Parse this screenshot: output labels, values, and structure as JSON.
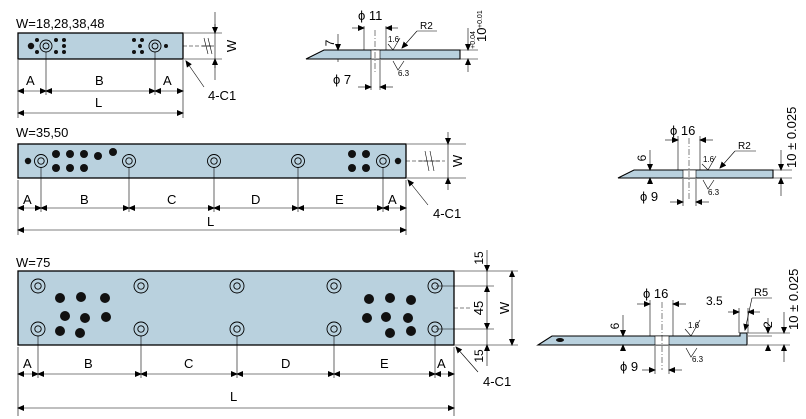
{
  "sections": [
    {
      "width_label": "W=18,28,38,48",
      "dims": {
        "A1": "A",
        "B": "B",
        "A2": "A",
        "L": "L",
        "W": "W",
        "chamfer": "4-C1"
      },
      "section_view": {
        "bore": "ϕ 11",
        "bore_depth": "7",
        "counterbore": "ϕ 7",
        "rough1": "1.6",
        "rough2": "6.3",
        "radius": "R2",
        "thickness": "10",
        "tol_upper": "+0.04",
        "tol_lower": "+0.01"
      }
    },
    {
      "width_label": "W=35,50",
      "dims": {
        "A1": "A",
        "B": "B",
        "C": "C",
        "D": "D",
        "E": "E",
        "A2": "A",
        "L": "L",
        "W": "W",
        "chamfer": "4-C1"
      },
      "section_view": {
        "bore": "ϕ 16",
        "bore_depth": "6",
        "counterbore": "ϕ 9",
        "rough1": "1.6",
        "rough2": "6.3",
        "radius": "R2",
        "thickness": "10 ± 0.025"
      }
    },
    {
      "width_label": "W=75",
      "dims": {
        "A1": "A",
        "B": "B",
        "C": "C",
        "D": "D",
        "E": "E",
        "A2": "A",
        "L": "L",
        "W": "W",
        "top_margin": "15",
        "middle": "45",
        "bottom_margin": "15",
        "chamfer": "4-C1"
      },
      "section_view": {
        "bore": "ϕ 16",
        "bore_depth": "6",
        "counterbore": "ϕ 9",
        "rough1": "1.6",
        "rough2": "6.3",
        "radius": "R5",
        "step": "3.5",
        "step_h": "2",
        "thickness": "10 ± 0.025"
      }
    }
  ]
}
